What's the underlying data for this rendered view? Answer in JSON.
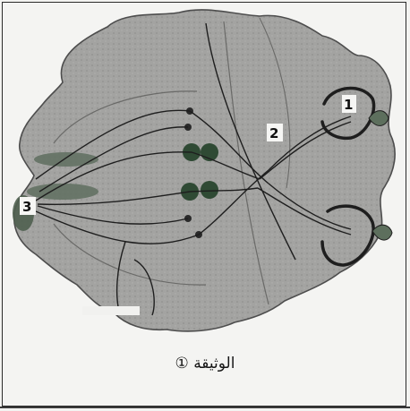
{
  "figure": {
    "caption": "الوثيقة ①",
    "labels": [
      "1",
      "2",
      "3"
    ]
  },
  "colors": {
    "brain_fill": "#9c9c9a",
    "brain_outline": "#4d4d4d",
    "nerve_line": "#1e1e1e",
    "nucleus": "#2f4a34",
    "cortex_dark": "#5f6f5f"
  },
  "icons": [
    "eye-icon",
    "eye-icon"
  ]
}
